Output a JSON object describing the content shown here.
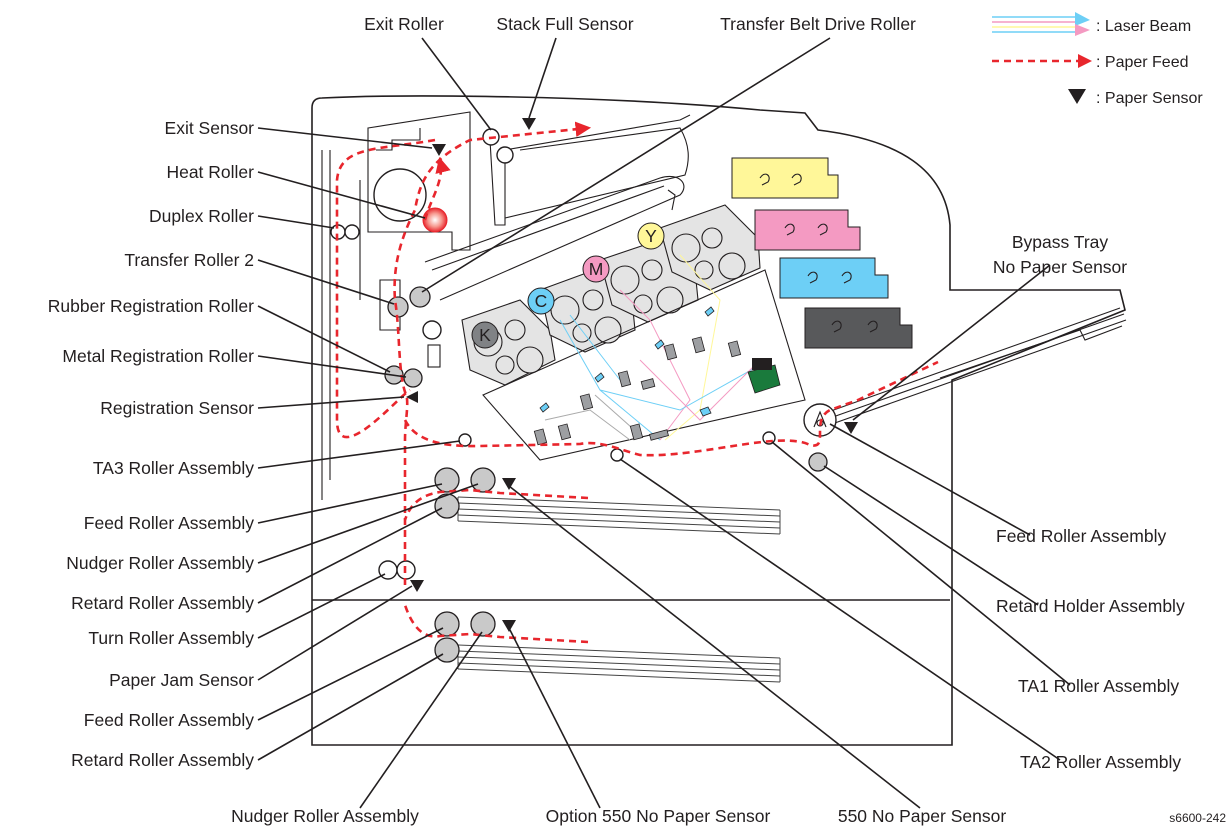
{
  "diagram": {
    "labels_left": [
      "Exit Sensor",
      "Heat Roller",
      "Duplex Roller",
      "Transfer Roller 2",
      "Rubber Registration Roller",
      "Metal Registration Roller",
      "Registration Sensor",
      "TA3 Roller Assembly",
      "Feed Roller Assembly",
      "Nudger Roller Assembly",
      "Retard Roller Assembly",
      "Turn Roller Assembly",
      "Paper Jam Sensor",
      "Feed Roller Assembly",
      "Retard Roller Assembly"
    ],
    "labels_top": [
      "Exit Roller",
      "Stack Full Sensor",
      "Transfer Belt Drive Roller"
    ],
    "labels_right": [
      "Bypass Tray",
      "No Paper Sensor",
      "Feed Roller Assembly",
      "Retard Holder Assembly",
      "TA1 Roller Assembly",
      "TA2 Roller Assembly"
    ],
    "labels_bottom": [
      "Nudger Roller Assembly",
      "Option 550 No Paper Sensor",
      "550 No Paper Sensor"
    ],
    "drum_letters": [
      "K",
      "C",
      "M",
      "Y"
    ],
    "toner_colors": [
      "#fff799",
      "#f49ac2",
      "#6dcff6",
      "#58595b"
    ],
    "drum_colors": [
      "#808285",
      "#6dcff6",
      "#f49ac2",
      "#fff799"
    ],
    "legend": [
      {
        "label": ": Laser Beam",
        "icon": "laser-beam-icon"
      },
      {
        "label": ": Paper Feed",
        "icon": "paper-feed-icon"
      },
      {
        "label": ": Paper Sensor",
        "icon": "paper-sensor-icon"
      }
    ],
    "laser_colors": [
      "#6dcff6",
      "#f49ac2",
      "#fff799",
      "#6dcff6"
    ],
    "feed_color": "#e8262d",
    "figure_id": "s6600-242"
  }
}
